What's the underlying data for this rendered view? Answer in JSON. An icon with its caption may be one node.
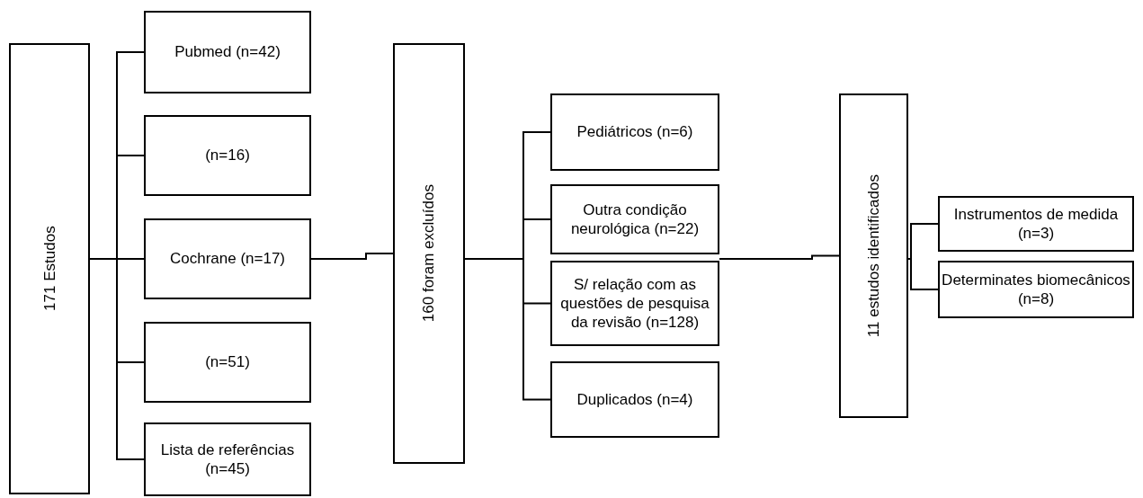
{
  "diagram": {
    "nodes": [
      {
        "text": [
          "171 Estudos"
        ]
      },
      {
        "text": [
          "Pubmed (n=42)"
        ]
      },
      {
        "text": [
          "(n=16)"
        ]
      },
      {
        "text": [
          "Cochrane (n=17)"
        ]
      },
      {
        "text": [
          "(n=51)"
        ]
      },
      {
        "text": [
          "Lista de referências (n=45)"
        ]
      },
      {
        "text": [
          "160 foram excluídos"
        ]
      },
      {
        "text": [
          "Pediátricos (n=6)"
        ]
      },
      {
        "text": [
          "Outra condição neurológica (n=22)"
        ]
      },
      {
        "text": [
          "S/ relação com as questões de pesquisa da revisão (n=128)"
        ]
      },
      {
        "text": [
          "Duplicados (n=4)"
        ]
      },
      {
        "text": [
          "11 estudos identificados"
        ]
      },
      {
        "text": [
          "Instrumentos de medida (n=3)"
        ]
      },
      {
        "text": [
          "Determinates biomecânicos (n=8)"
        ]
      }
    ],
    "edges": [
      {
        "from": 0,
        "to": 1,
        "arrow": "none"
      },
      {
        "from": 0,
        "to": 2,
        "arrow": "none"
      },
      {
        "from": 0,
        "to": 3,
        "arrow": "none"
      },
      {
        "from": 0,
        "to": 4,
        "arrow": "none"
      },
      {
        "from": 0,
        "to": 5,
        "arrow": "none"
      },
      {
        "from": 3,
        "to": 6,
        "arrow": "none"
      },
      {
        "from": 6,
        "to": 7,
        "arrow": "none"
      },
      {
        "from": 6,
        "to": 8,
        "arrow": "none"
      },
      {
        "from": 6,
        "to": 9,
        "arrow": "none"
      },
      {
        "from": 6,
        "to": 10,
        "arrow": "none"
      },
      {
        "from": 9,
        "to": 11,
        "arrow": "none"
      },
      {
        "from": 11,
        "to": 12,
        "arrow": "none"
      },
      {
        "from": 11,
        "to": 13,
        "arrow": "none"
      }
    ]
  }
}
